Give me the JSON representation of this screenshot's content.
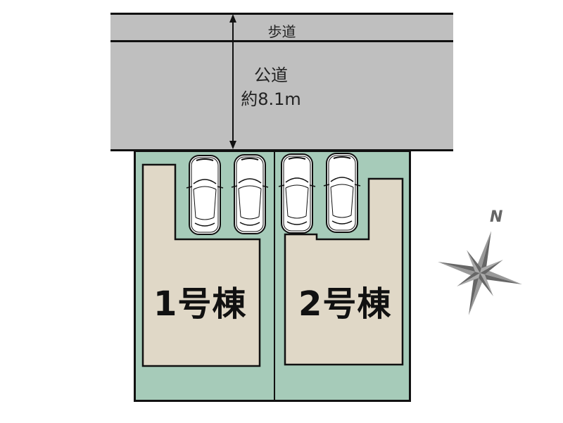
{
  "road": {
    "sidewalk_label": "歩道",
    "road_label": "公道",
    "width_label": "約8.1m"
  },
  "lots": [
    {
      "label": "1号棟",
      "parking_spaces": 2
    },
    {
      "label": "2号棟",
      "parking_spaces": 2
    }
  ],
  "compass": {
    "north_label": "N",
    "color": "#666666"
  },
  "colors": {
    "road": "#bfbfbf",
    "lot": "#a6cbb9",
    "building": "#e0d8c7",
    "outline": "#111111"
  }
}
